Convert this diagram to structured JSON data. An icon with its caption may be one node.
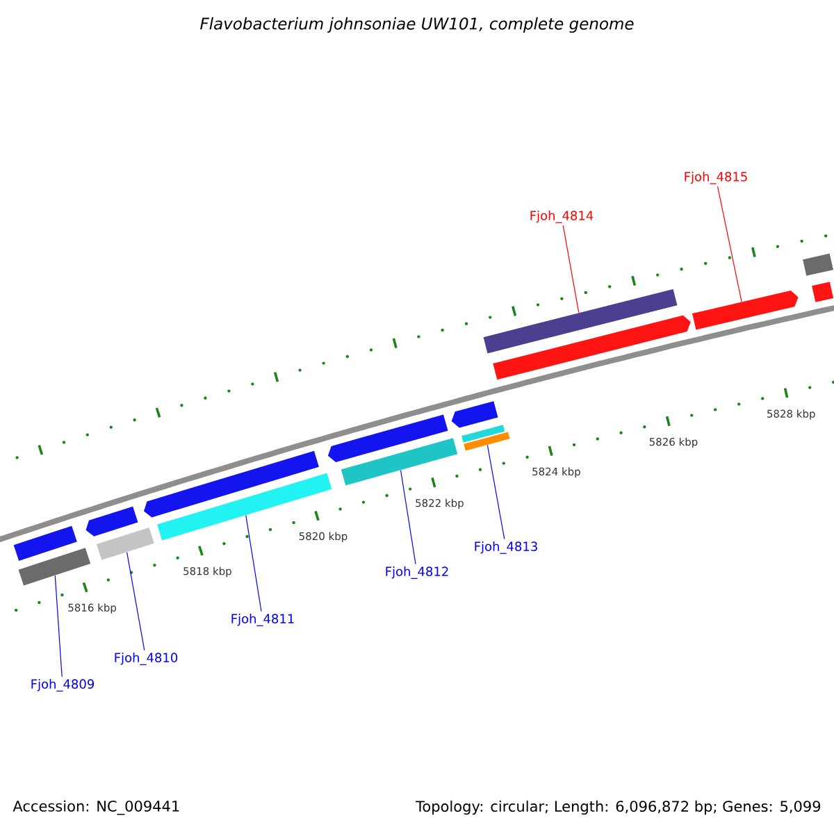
{
  "diagram": {
    "title": "Flavobacterium johnsoniae UW101, complete genome",
    "nodes": [
      {
        "text": [],
        "shape": "bar"
      },
      {
        "text": [],
        "shape": "bar"
      },
      {
        "text": [],
        "shape": "arrow"
      },
      {
        "text": [],
        "shape": "bar"
      },
      {
        "text": [],
        "shape": "arrow"
      },
      {
        "text": [],
        "shape": "bar"
      },
      {
        "text": [],
        "shape": "arrow"
      },
      {
        "text": [],
        "shape": "bar"
      },
      {
        "text": [],
        "shape": "arrow"
      },
      {
        "text": [],
        "shape": "bar"
      },
      {
        "text": [],
        "shape": "bar"
      },
      {
        "text": [],
        "shape": "arrow"
      },
      {
        "text": [],
        "shape": "bar"
      },
      {
        "text": [],
        "shape": "arrow"
      },
      {
        "text": [],
        "shape": "bar"
      },
      {
        "text": [],
        "shape": "bar"
      },
      {
        "text": [
          "Fjoh_4809"
        ]
      },
      {
        "text": [
          "Fjoh_4810"
        ]
      },
      {
        "text": [
          "Fjoh_4811"
        ]
      },
      {
        "text": [
          "Fjoh_4812"
        ]
      },
      {
        "text": [
          "Fjoh_4813"
        ]
      },
      {
        "text": [
          "Fjoh_4814"
        ]
      },
      {
        "text": [
          "Fjoh_4815"
        ]
      }
    ],
    "edges": [
      {
        "from": 16,
        "to": 1,
        "arrow": "none"
      },
      {
        "from": 17,
        "to": 3,
        "arrow": "none"
      },
      {
        "from": 18,
        "to": 5,
        "arrow": "none"
      },
      {
        "from": 19,
        "to": 7,
        "arrow": "none"
      },
      {
        "from": 20,
        "to": 10,
        "arrow": "none"
      },
      {
        "from": 21,
        "to": 12,
        "arrow": "none",
        "color": "#ff0000"
      },
      {
        "from": 22,
        "to": 13,
        "arrow": "none",
        "color": "#ff0000"
      }
    ],
    "labels": [
      "5816 kbp",
      "5818 kbp",
      "5820 kbp",
      "5822 kbp",
      "5824 kbp",
      "5826 kbp",
      "5828 kbp",
      "Accession: NC_009441",
      "Topology: circular; Length: 6,096,872 bp; Genes: 5,099"
    ]
  }
}
